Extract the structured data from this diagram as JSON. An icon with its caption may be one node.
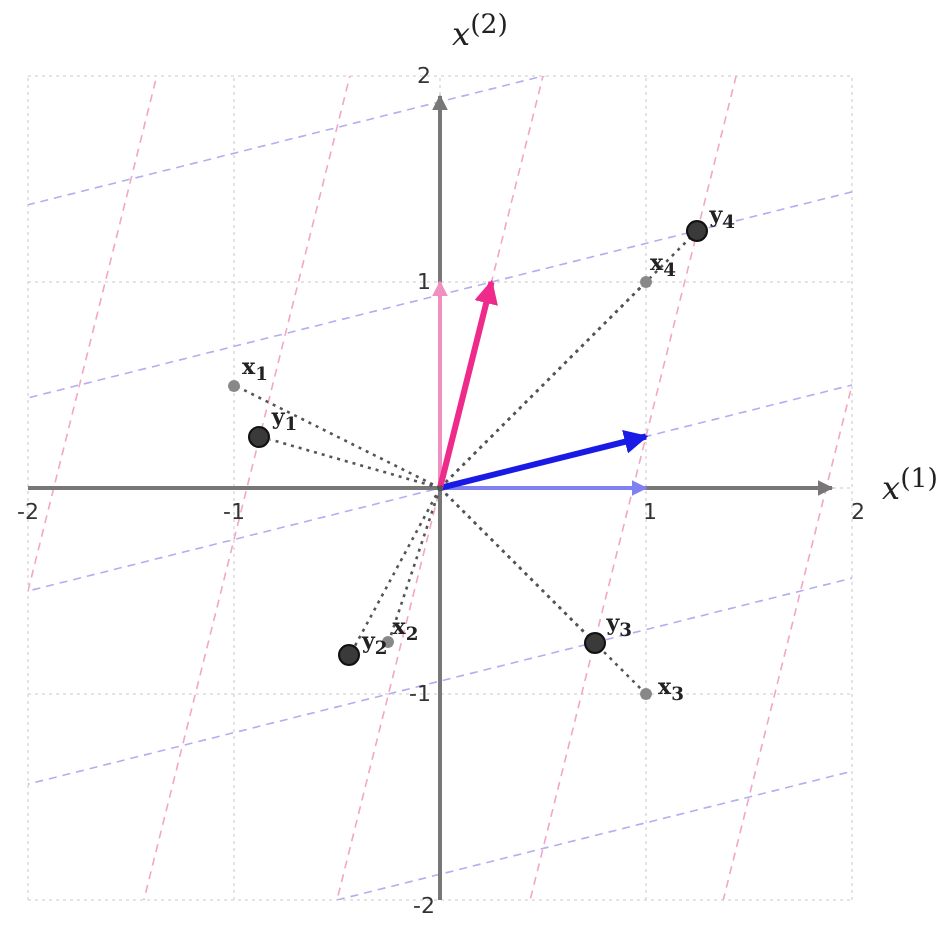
{
  "diagram": {
    "nodes": [
      {
        "text": [],
        "shape": "circle",
        "beside": [
          "x$_{1}$"
        ]
      },
      {
        "text": [],
        "shape": "circle",
        "beside": [
          "y$_{1}$"
        ]
      },
      {
        "text": [],
        "shape": "circle",
        "beside": [
          "x$_{2}$"
        ]
      },
      {
        "text": [],
        "shape": "circle",
        "beside": [
          "y$_{2}$"
        ]
      },
      {
        "text": [],
        "shape": "circle",
        "beside": [
          "x$_{3}$"
        ]
      },
      {
        "text": [],
        "shape": "circle",
        "beside": [
          "y$_{3}$"
        ]
      },
      {
        "text": [],
        "shape": "circle",
        "beside": [
          "x$_{4}$"
        ]
      },
      {
        "text": [],
        "shape": "circle",
        "beside": [
          "y$_{4}$"
        ]
      }
    ],
    "edges": [
      {
        "from": null,
        "to": 0,
        "arrow": "none",
        "style": "dashed"
      },
      {
        "from": null,
        "to": 1,
        "arrow": "none",
        "style": "dashed"
      },
      {
        "from": null,
        "to": 2,
        "arrow": "none",
        "style": "dashed"
      },
      {
        "from": null,
        "to": 3,
        "arrow": "none",
        "style": "dashed"
      },
      {
        "from": null,
        "to": 4,
        "arrow": "none",
        "style": "dashed"
      },
      {
        "from": null,
        "to": 5,
        "arrow": "none",
        "style": "dashed"
      },
      {
        "from": null,
        "to": 6,
        "arrow": "none",
        "style": "dashed"
      },
      {
        "from": null,
        "to": 7,
        "arrow": "none",
        "style": "dashed"
      }
    ],
    "labels": [
      "*x*$^{(2)}$",
      "2",
      "1",
      "-2",
      "-1",
      "1",
      "2",
      "*x*$^{(1)}$",
      "-1",
      "-2"
    ]
  }
}
